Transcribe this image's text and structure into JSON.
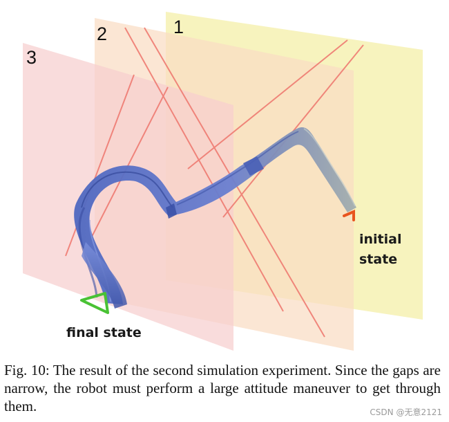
{
  "figure": {
    "plane_labels": [
      "1",
      "2",
      "3"
    ],
    "initial_label_line1": "initial",
    "initial_label_line2": "state",
    "final_label": "final state",
    "colors": {
      "plane_1": "#f4efa8",
      "plane_2": "#f9dcc4",
      "plane_3": "#f7cfcf",
      "gap_line": "#ef7b72",
      "robot_body": "#5e78c6",
      "robot_initial": "#9aa7a8",
      "initial_marker": "#e8541e",
      "final_marker": "#49c234"
    }
  },
  "caption": {
    "text": "Fig. 10:  The result of the second simulation experiment. Since the gaps are narrow, the robot must perform a large attitude maneuver to get through them."
  },
  "watermark": {
    "text": "CSDN @无意2121"
  }
}
